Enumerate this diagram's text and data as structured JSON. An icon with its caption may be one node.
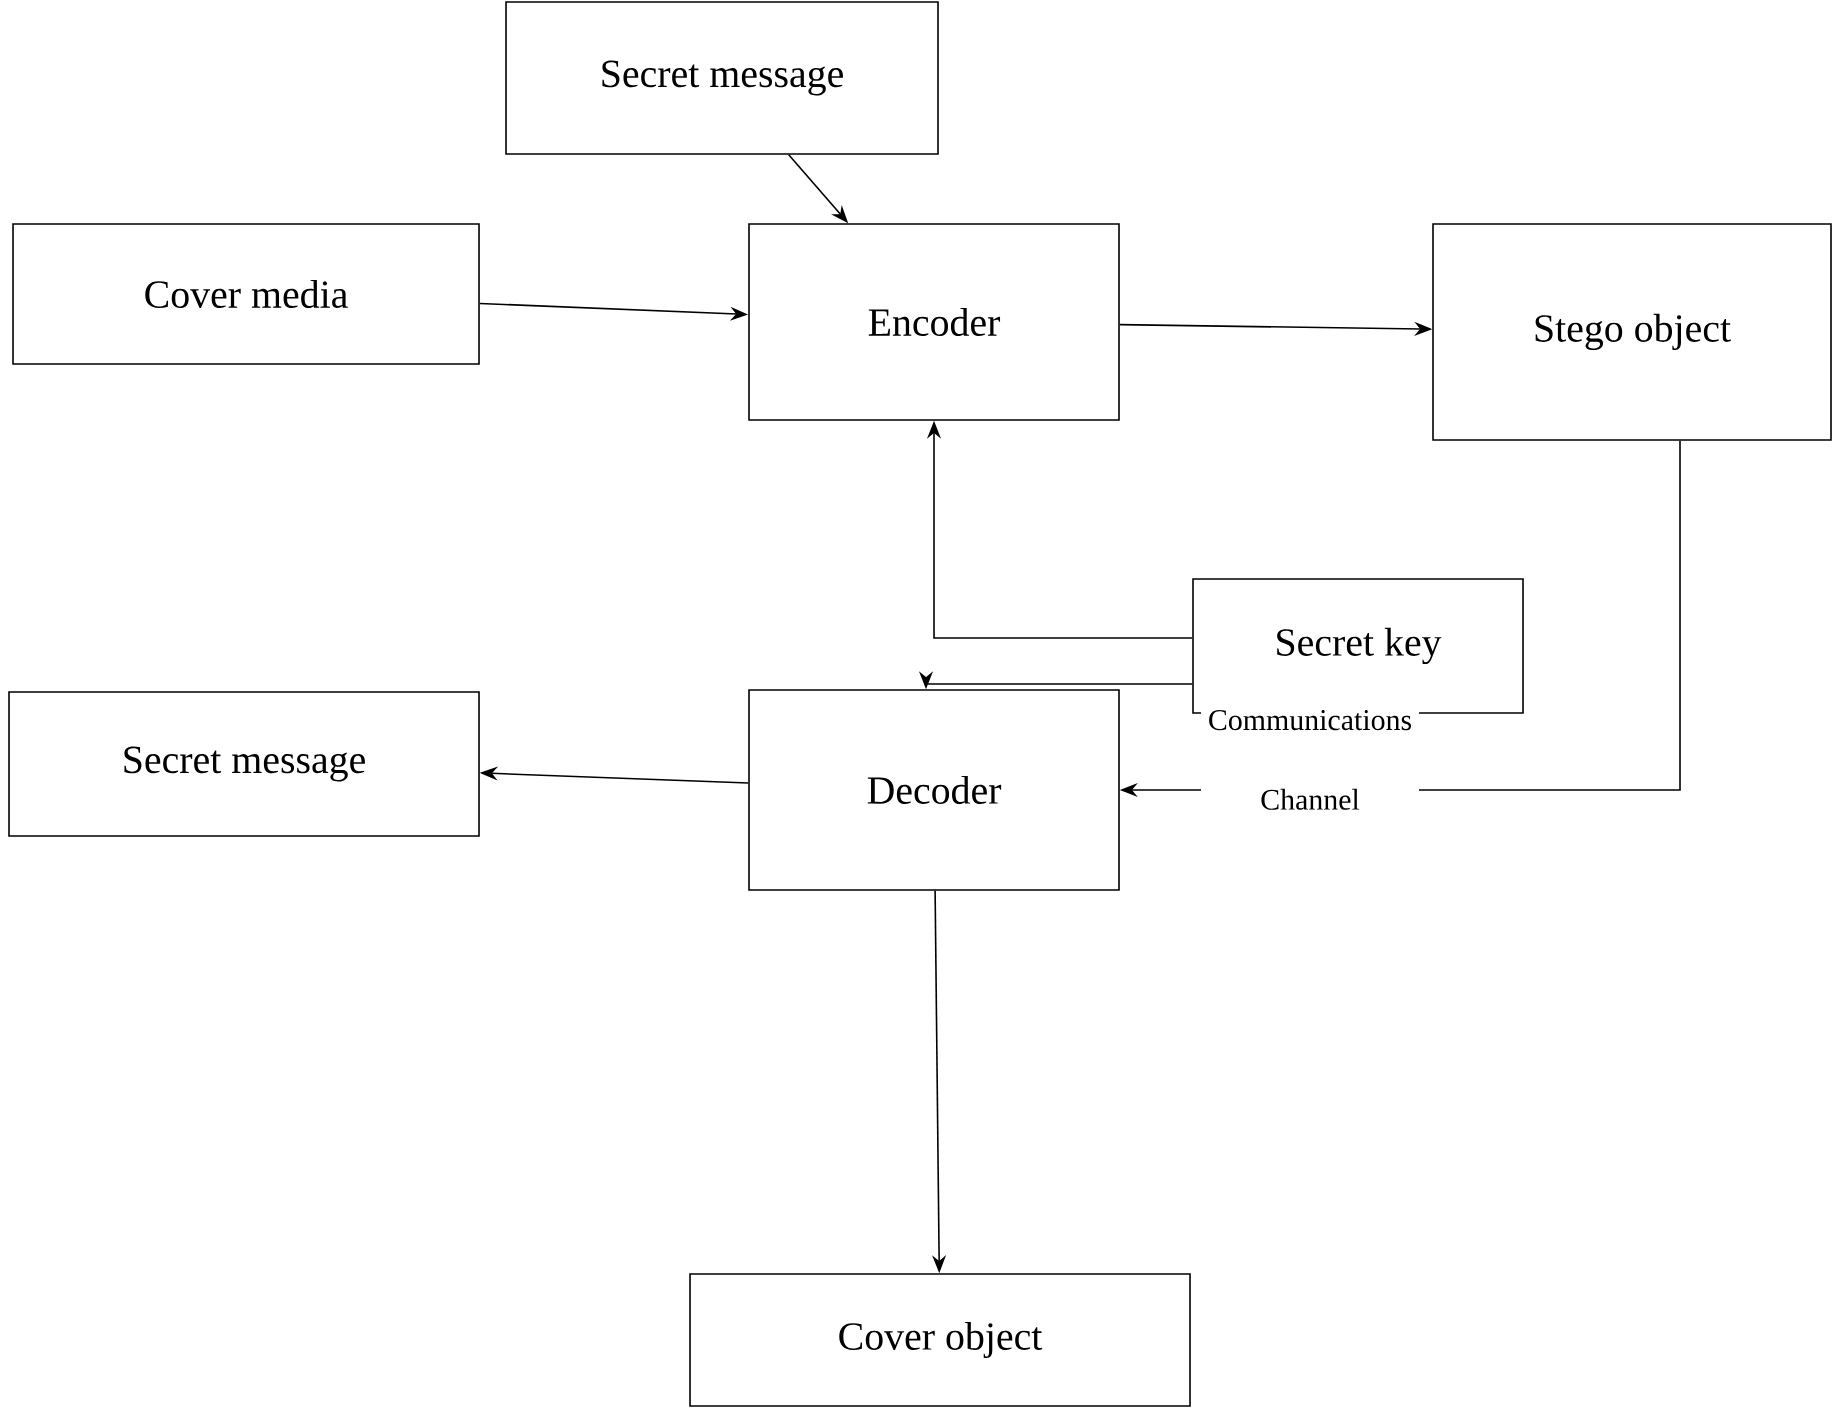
{
  "diagram": {
    "nodes": [
      {
        "text": [
          "Secret message"
        ]
      },
      {
        "text": [
          "Cover media"
        ]
      },
      {
        "text": [
          "Encoder"
        ]
      },
      {
        "text": [
          "Stego object"
        ]
      },
      {
        "text": [
          "Secret key"
        ]
      },
      {
        "text": [
          "Secret message"
        ]
      },
      {
        "text": [
          "Decoder"
        ]
      },
      {
        "text": [
          "Cover object"
        ]
      }
    ],
    "edges": [
      {
        "from": 0,
        "to": 2,
        "arrow": "to"
      },
      {
        "from": 1,
        "to": 2,
        "arrow": "to"
      },
      {
        "from": 2,
        "to": 3,
        "arrow": "to"
      },
      {
        "from": 4,
        "to": 2,
        "arrow": "to"
      },
      {
        "from": 4,
        "to": 6,
        "arrow": "to"
      },
      {
        "from": 3,
        "to": 6,
        "arrow": "to",
        "label": "Communications Channel"
      },
      {
        "from": 6,
        "to": 5,
        "arrow": "to"
      },
      {
        "from": 6,
        "to": 7,
        "arrow": "to"
      }
    ]
  }
}
